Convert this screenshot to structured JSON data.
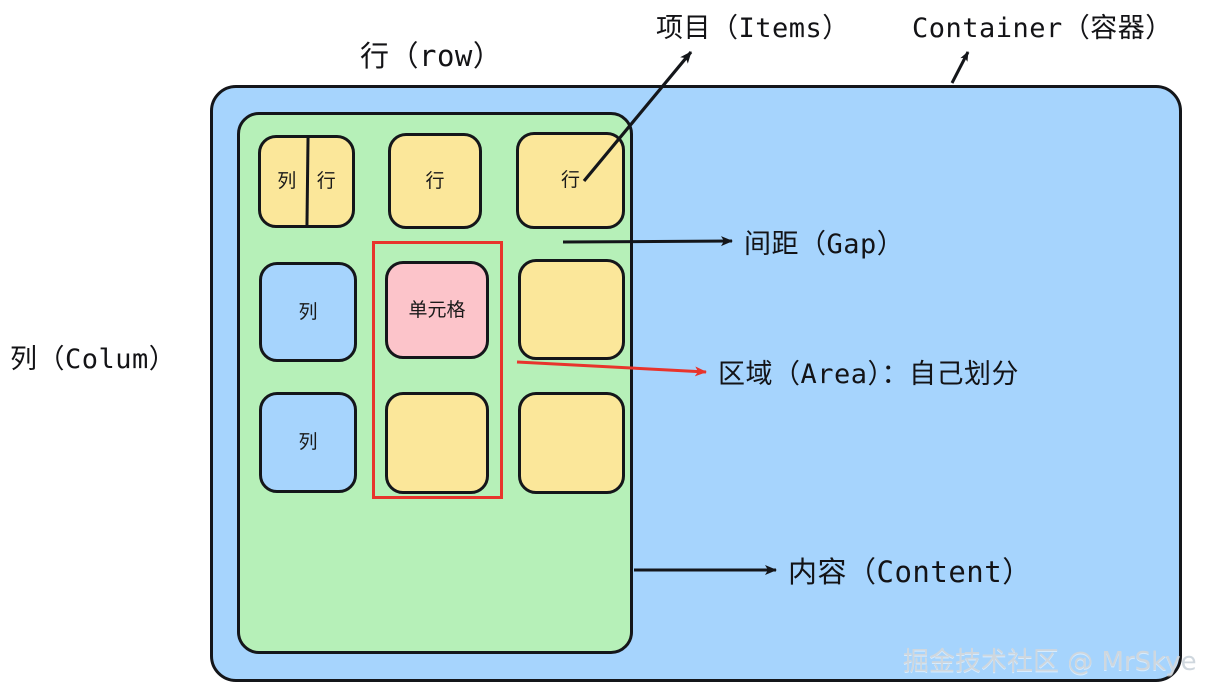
{
  "diagram": {
    "title_labels": {
      "row": "行（row）",
      "items": "项目（Items）",
      "container": "Container（容器）",
      "colum": "列（Colum）",
      "gap": "间距（Gap）",
      "area": "区域（Area）：自己划分",
      "content": "内容（Content）"
    },
    "containers": {
      "outer": {
        "name": "container",
        "color": "#a6d4fd"
      },
      "inner": {
        "name": "content",
        "color": "#b6f0b8"
      }
    },
    "colors": {
      "blue": "#a6d4fd",
      "green": "#b6f0b8",
      "yellow": "#fbe79a",
      "pink": "#fcc4ca",
      "red_outline": "#e8342c",
      "stroke": "#14161a",
      "watermark": "#cfd7de"
    },
    "grid": {
      "rows": 3,
      "columns": 3,
      "cells": [
        {
          "id": "r1c1",
          "color": "yellow",
          "split": true,
          "left_text": "列",
          "right_text": "行",
          "text": ""
        },
        {
          "id": "r1c2",
          "color": "yellow",
          "split": false,
          "text": "行"
        },
        {
          "id": "r1c3",
          "color": "yellow",
          "split": false,
          "text": "行"
        },
        {
          "id": "r2c1",
          "color": "blue",
          "split": false,
          "text": "列"
        },
        {
          "id": "r2c2",
          "color": "pink",
          "split": false,
          "text": "单元格"
        },
        {
          "id": "r2c3",
          "color": "yellow",
          "split": false,
          "text": ""
        },
        {
          "id": "r3c1",
          "color": "blue",
          "split": false,
          "text": "列"
        },
        {
          "id": "r3c2",
          "color": "yellow",
          "split": false,
          "text": ""
        },
        {
          "id": "r3c3",
          "color": "yellow",
          "split": false,
          "text": ""
        }
      ]
    },
    "area_highlight": {
      "label": "area-selection",
      "spans_cells": [
        "r2c2",
        "r3c2"
      ]
    },
    "watermark": "掘金技术社区 @ MrSkye"
  }
}
